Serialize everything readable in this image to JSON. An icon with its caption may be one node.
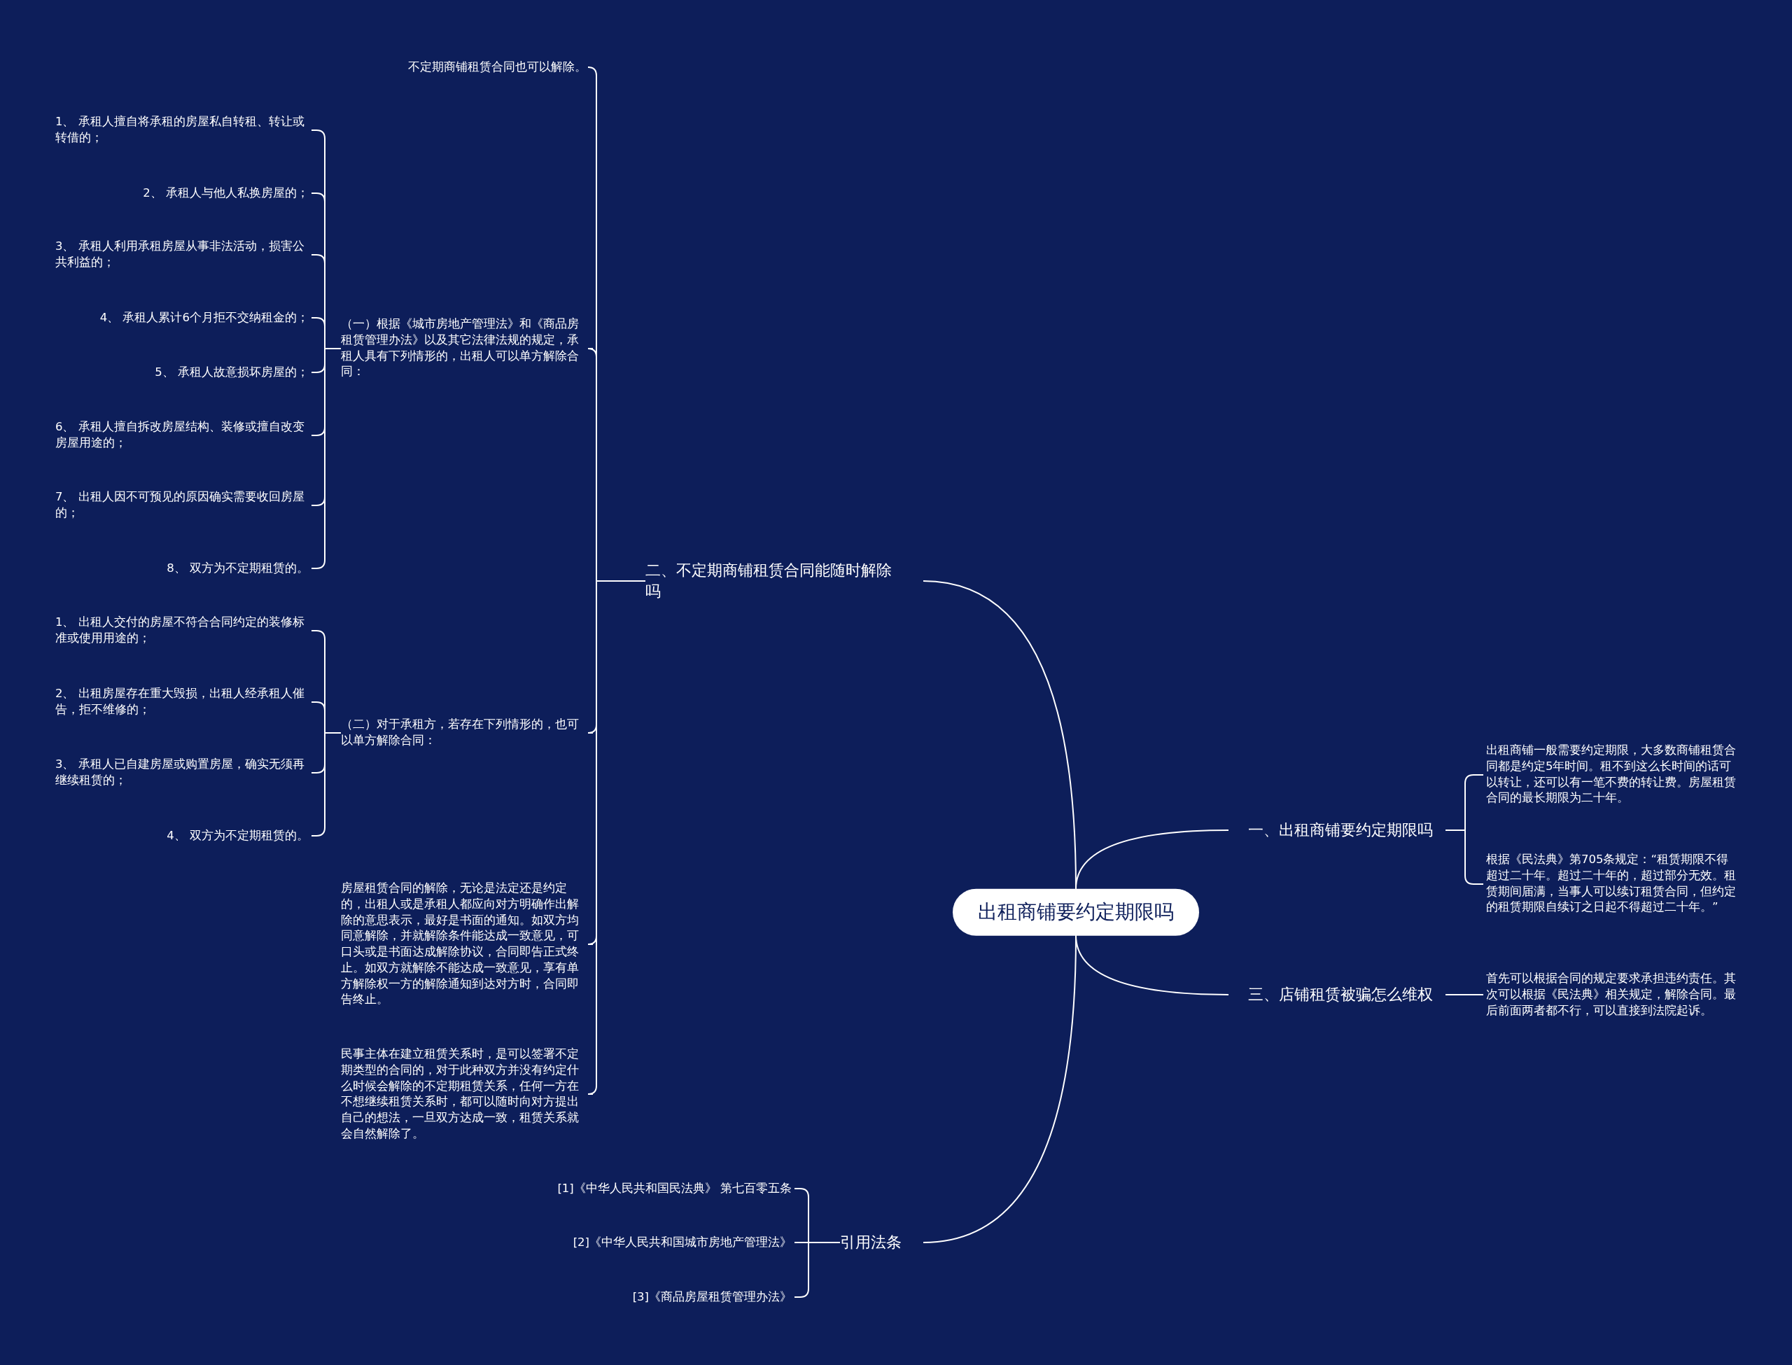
{
  "diagram": {
    "nodes": [
      {
        "text": [
          "出租商铺要约定期限吗"
        ]
      },
      {
        "text": [
          "二、不定期商铺租赁合同能随时解除吗"
        ]
      },
      {
        "text": [
          "不定期商铺租赁合同也可以解除。"
        ]
      },
      {
        "text": [
          "（一）根据《城市房地产管理法》和《商品房租赁管理办法》以及其它法律法规的规定，承租人具有下列情形的，出租人可以单方解除合同："
        ]
      },
      {
        "text": [
          "1、 承租人擅自将承租的房屋私自转租、转让或转借的；"
        ]
      },
      {
        "text": [
          "2、 承租人与他人私换房屋的；"
        ]
      },
      {
        "text": [
          "3、 承租人利用承租房屋从事非法活动，损害公共利益的；"
        ]
      },
      {
        "text": [
          "4、 承租人累计6个月拒不交纳租金的；"
        ]
      },
      {
        "text": [
          "5、 承租人故意损坏房屋的；"
        ]
      },
      {
        "text": [
          "6、 承租人擅自拆改房屋结构、装修或擅自改变房屋用途的；"
        ]
      },
      {
        "text": [
          "7、 出租人因不可预见的原因确实需要收回房屋的；"
        ]
      },
      {
        "text": [
          "8、 双方为不定期租赁的。"
        ]
      },
      {
        "text": [
          "（二）对于承租方，若存在下列情形的，也可以单方解除合同："
        ]
      },
      {
        "text": [
          "1、 出租人交付的房屋不符合合同约定的装修标准或使用用途的；"
        ]
      },
      {
        "text": [
          "2、 出租房屋存在重大毁损，出租人经承租人催告，拒不维修的；"
        ]
      },
      {
        "text": [
          "3、 承租人已自建房屋或购置房屋，确实无须再继续租赁的；"
        ]
      },
      {
        "text": [
          "4、 双方为不定期租赁的。"
        ]
      },
      {
        "text": [
          "房屋租赁合同的解除，无论是法定还是约定的，出租人或是承租人都应向对方明确作出解除的意思表示，最好是书面的通知。如双方均同意解除，并就解除条件能达成一致意见，可口头或是书面达成解除协议，合同即告正式终止。如双方就解除不能达成一致意见，享有单方解除权一方的解除通知到达对方时，合同即告终止。"
        ]
      },
      {
        "text": [
          "民事主体在建立租赁关系时，是可以签署不定期类型的合同的，对于此种双方并没有约定什么时候会解除的不定期租赁关系，任何一方在不想继续租赁关系时，都可以随时向对方提出自己的想法，一旦双方达成一致，租赁关系就会自然解除了。"
        ]
      },
      {
        "text": [
          "一、出租商铺要约定期限吗"
        ]
      },
      {
        "text": [
          "出租商铺一般需要约定期限，大多数商铺租赁合同都是约定5年时间。租不到这么长时间的话可以转让，还可以有一笔不费的转让费。房屋租赁合同的最长期限为二十年。"
        ]
      },
      {
        "text": [
          "根据《民法典》第705条规定：“租赁期限不得超过二十年。超过二十年的，超过部分无效。租赁期间届满，当事人可以续订租赁合同，但约定的租赁期限自续订之日起不得超过二十年。”"
        ]
      },
      {
        "text": [
          "三、店铺租赁被骗怎么维权"
        ]
      },
      {
        "text": [
          "首先可以根据合同的规定要求承担违约责任。其次可以根据《民法典》相关规定，解除合同。最后前面两者都不行，可以直接到法院起诉。"
        ]
      },
      {
        "text": [
          "引用法条"
        ]
      },
      {
        "text": [
          "[1]《中华人民共和国民法典》 第七百零五条"
        ]
      },
      {
        "text": [
          "[2]《中华人民共和国城市房地产管理法》"
        ]
      },
      {
        "text": [
          "[3]《商品房屋租赁管理办法》"
        ]
      }
    ],
    "edges": [
      {
        "from": 0,
        "to": 1,
        "arrow": "none"
      },
      {
        "from": 1,
        "to": 2,
        "arrow": "none"
      },
      {
        "from": 1,
        "to": 3,
        "arrow": "none"
      },
      {
        "from": 3,
        "to": 4,
        "arrow": "none"
      },
      {
        "from": 3,
        "to": 5,
        "arrow": "none"
      },
      {
        "from": 3,
        "to": 6,
        "arrow": "none"
      },
      {
        "from": 3,
        "to": 7,
        "arrow": "none"
      },
      {
        "from": 3,
        "to": 8,
        "arrow": "none"
      },
      {
        "from": 3,
        "to": 9,
        "arrow": "none"
      },
      {
        "from": 3,
        "to": 10,
        "arrow": "none"
      },
      {
        "from": 3,
        "to": 11,
        "arrow": "none"
      },
      {
        "from": 1,
        "to": 12,
        "arrow": "none"
      },
      {
        "from": 12,
        "to": 13,
        "arrow": "none"
      },
      {
        "from": 12,
        "to": 14,
        "arrow": "none"
      },
      {
        "from": 12,
        "to": 15,
        "arrow": "none"
      },
      {
        "from": 12,
        "to": 16,
        "arrow": "none"
      },
      {
        "from": 1,
        "to": 17,
        "arrow": "none"
      },
      {
        "from": 1,
        "to": 18,
        "arrow": "none"
      },
      {
        "from": 0,
        "to": 19,
        "arrow": "none"
      },
      {
        "from": 19,
        "to": 20,
        "arrow": "none"
      },
      {
        "from": 19,
        "to": 21,
        "arrow": "none"
      },
      {
        "from": 0,
        "to": 22,
        "arrow": "none"
      },
      {
        "from": 22,
        "to": 23,
        "arrow": "none"
      },
      {
        "from": 0,
        "to": 24,
        "arrow": "none"
      },
      {
        "from": 24,
        "to": 25,
        "arrow": "none"
      },
      {
        "from": 24,
        "to": 26,
        "arrow": "none"
      },
      {
        "from": 24,
        "to": 27,
        "arrow": "none"
      }
    ]
  }
}
